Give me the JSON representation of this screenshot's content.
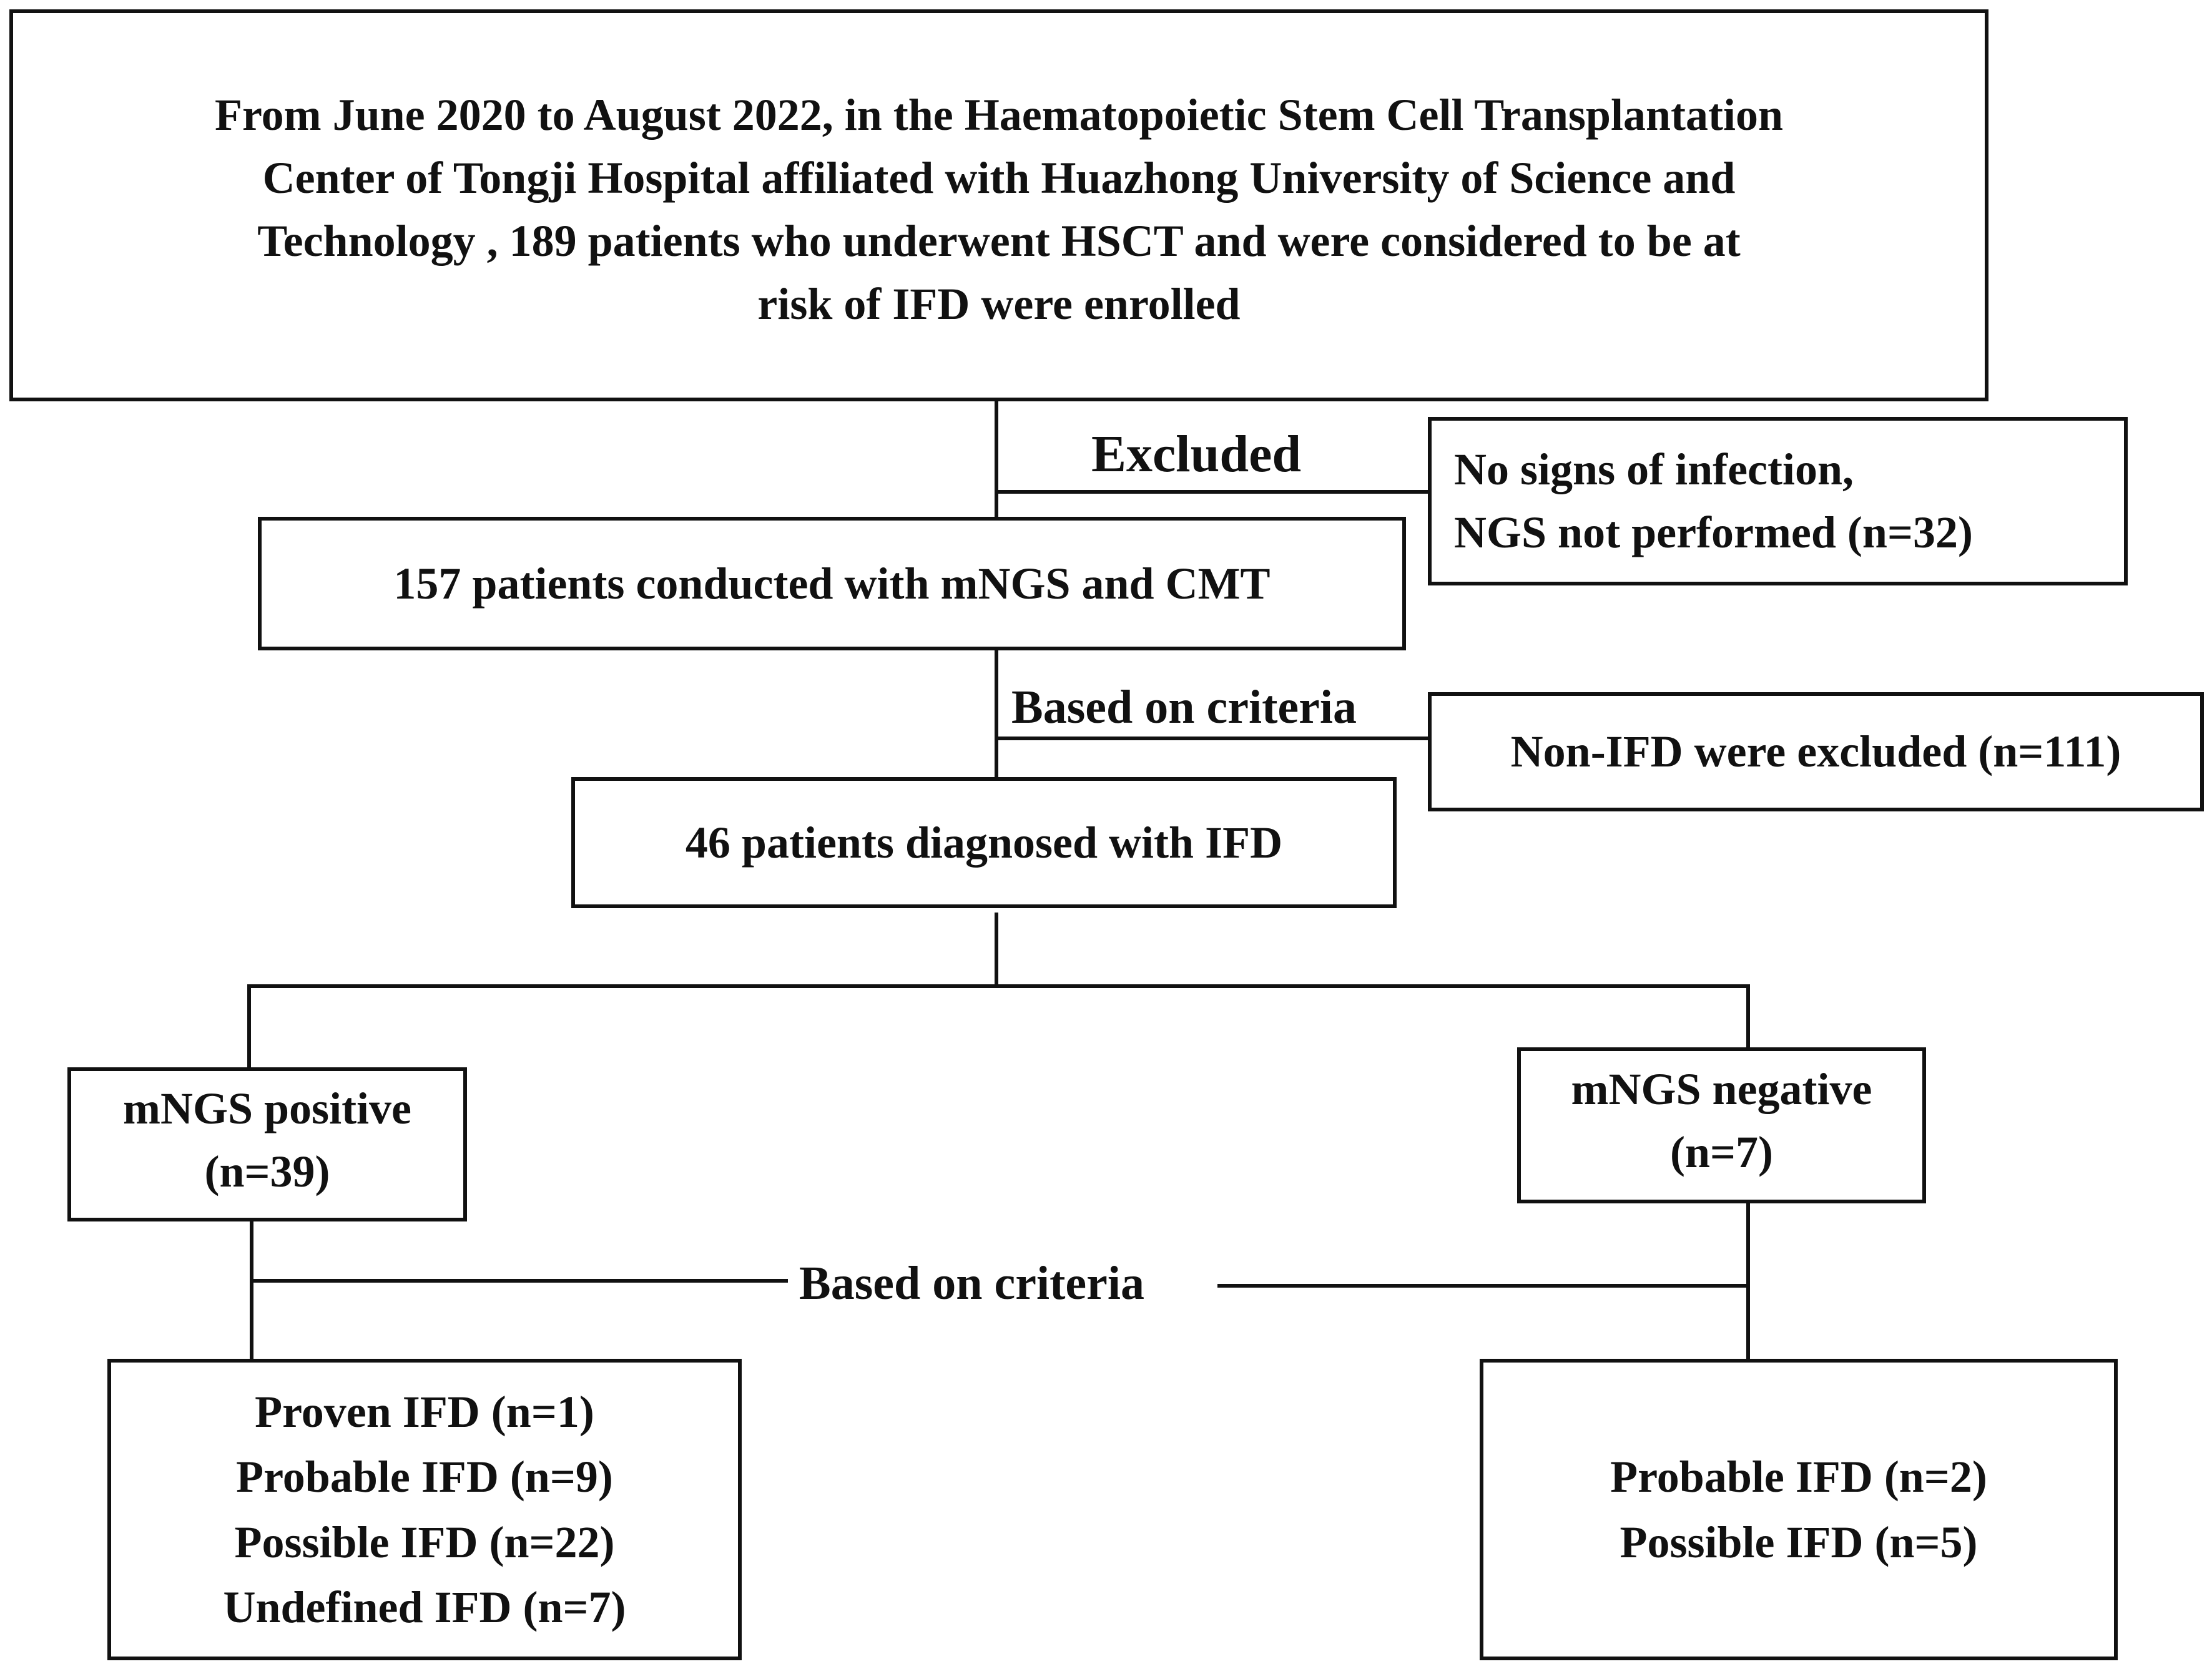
{
  "boxes": {
    "enrollment": {
      "lines": [
        "From June 2020 to August 2022,  in the Haematopoietic Stem Cell  Transplantation",
        "Center of Tongji Hospital affiliated with Huazhong University of Science and",
        "Technology ,  189 patients who underwent HSCT and were considered to be at",
        "risk of IFD were enrolled"
      ]
    },
    "excluded_no_infection": {
      "lines": [
        "No signs of infection,",
        "NGS not performed  (n=32)"
      ]
    },
    "mngs_cmt": {
      "lines": [
        "157 patients conducted with mNGS and CMT"
      ]
    },
    "non_ifd_excluded": {
      "lines": [
        "Non-IFD were excluded (n=111)"
      ]
    },
    "diagnosed_ifd": {
      "lines": [
        "46 patients diagnosed with IFD"
      ]
    },
    "mngs_positive": {
      "lines": [
        "mNGS positive",
        "(n=39)"
      ]
    },
    "mngs_negative": {
      "lines": [
        "mNGS negative",
        "(n=7)"
      ]
    },
    "positive_breakdown": {
      "lines": [
        "Proven IFD   (n=1)",
        "Probable IFD (n=9)",
        "Possible IFD  (n=22)",
        "Undefined IFD (n=7)"
      ]
    },
    "negative_breakdown": {
      "lines": [
        "Probable IFD (n=2)",
        "Possible IFD  (n=5)"
      ]
    }
  },
  "labels": {
    "excluded": "Excluded",
    "based_on_criteria_top": "Based on criteria",
    "based_on_criteria_bottom": "Based on criteria"
  }
}
